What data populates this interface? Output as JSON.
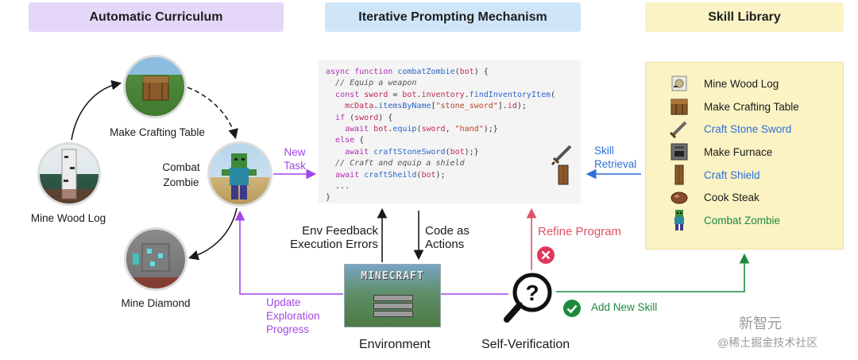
{
  "headers": {
    "curriculum": "Automatic Curriculum",
    "iterative": "Iterative Prompting Mechanism",
    "library": "Skill Library"
  },
  "curriculum": {
    "make_crafting_table": "Make Crafting Table",
    "combat_zombie": "Combat\nZombie",
    "mine_wood_log": "Mine Wood Log",
    "mine_diamond": "Mine Diamond",
    "new_task": "New\nTask",
    "update_progress": "Update\nExploration\nProgress"
  },
  "code_lines": [
    "async function combatZombie(bot) {",
    "  // Equip a weapon",
    "  const sword = bot.inventory.findInventoryItem(",
    "    mcData.itemsByName[\"stone_sword\"].id);",
    "  if (sword) {",
    "    await bot.equip(sword, \"hand\");}",
    "  else {",
    "    await craftStoneSword(bot);}",
    "  // Craft and equip a shield",
    "  await craftSheild(bot);",
    "  ...",
    "}"
  ],
  "arrows": {
    "env_feedback": "Env Feedback\nExecution Errors",
    "code_as_actions": "Code as\nActions",
    "refine_program": "Refine Program",
    "skill_retrieval": "Skill\nRetrieval",
    "add_new_skill": "Add New Skill"
  },
  "bottom": {
    "environment": "Environment",
    "self_verification": "Self-Verification",
    "minecraft_logo": "MINECRAFT"
  },
  "skills": [
    {
      "label": "Mine Wood  Log",
      "icon": "wood-log-icon",
      "color": "#1a1a1a"
    },
    {
      "label": "Make Crafting Table",
      "icon": "crafting-table-icon",
      "color": "#1a1a1a"
    },
    {
      "label": "Craft Stone Sword",
      "icon": "stone-sword-icon",
      "color": "#2e6fd8"
    },
    {
      "label": "Make Furnace",
      "icon": "furnace-icon",
      "color": "#1a1a1a"
    },
    {
      "label": "Craft Shield",
      "icon": "shield-icon",
      "color": "#2e6fd8"
    },
    {
      "label": "Cook Steak",
      "icon": "steak-icon",
      "color": "#1a1a1a"
    },
    {
      "label": "Combat Zombie",
      "icon": "zombie-icon",
      "color": "#1c8a3d"
    }
  ],
  "watermark": {
    "line1": "新智元",
    "line2": "@稀土掘金技术社区"
  },
  "colors": {
    "purple": "#a347e6",
    "blue": "#2e6fd8",
    "red": "#e0506a",
    "green": "#1c8a3d"
  }
}
